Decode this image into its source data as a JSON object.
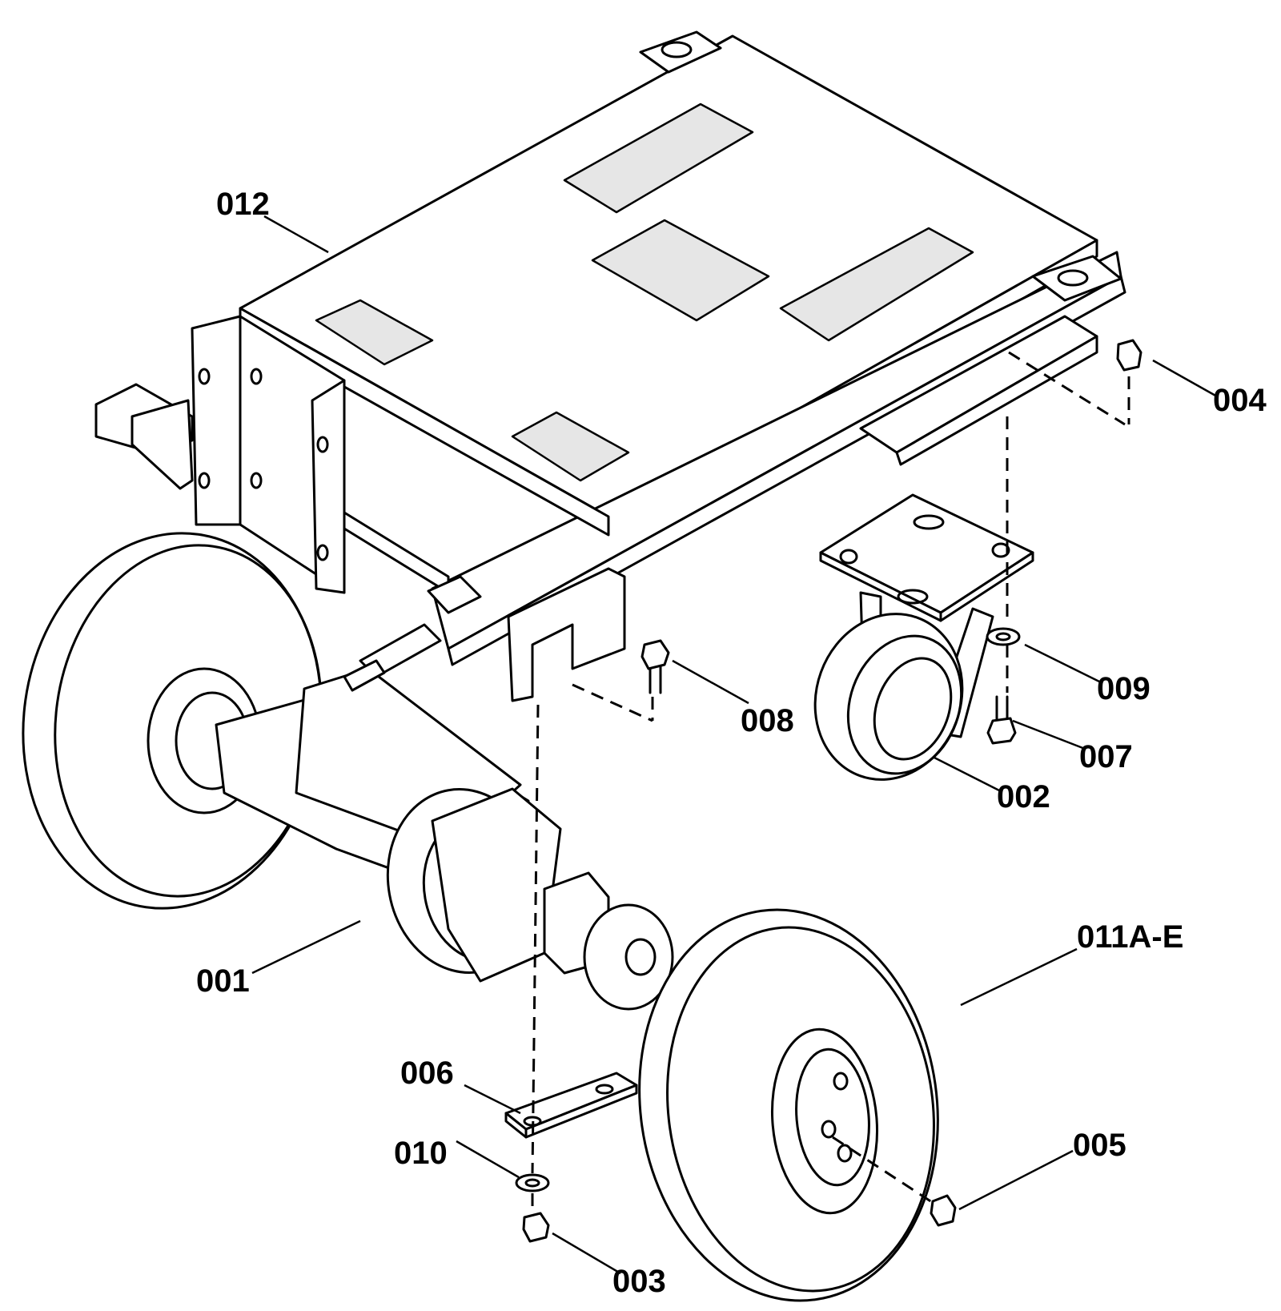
{
  "callouts": [
    {
      "id": "012",
      "label": "012"
    },
    {
      "id": "004",
      "label": "004"
    },
    {
      "id": "008",
      "label": "008"
    },
    {
      "id": "009",
      "label": "009"
    },
    {
      "id": "007",
      "label": "007"
    },
    {
      "id": "002",
      "label": "002"
    },
    {
      "id": "001",
      "label": "001"
    },
    {
      "id": "011",
      "label": "011A-E"
    },
    {
      "id": "006",
      "label": "006"
    },
    {
      "id": "010",
      "label": "010"
    },
    {
      "id": "005",
      "label": "005"
    },
    {
      "id": "003",
      "label": "003"
    }
  ]
}
